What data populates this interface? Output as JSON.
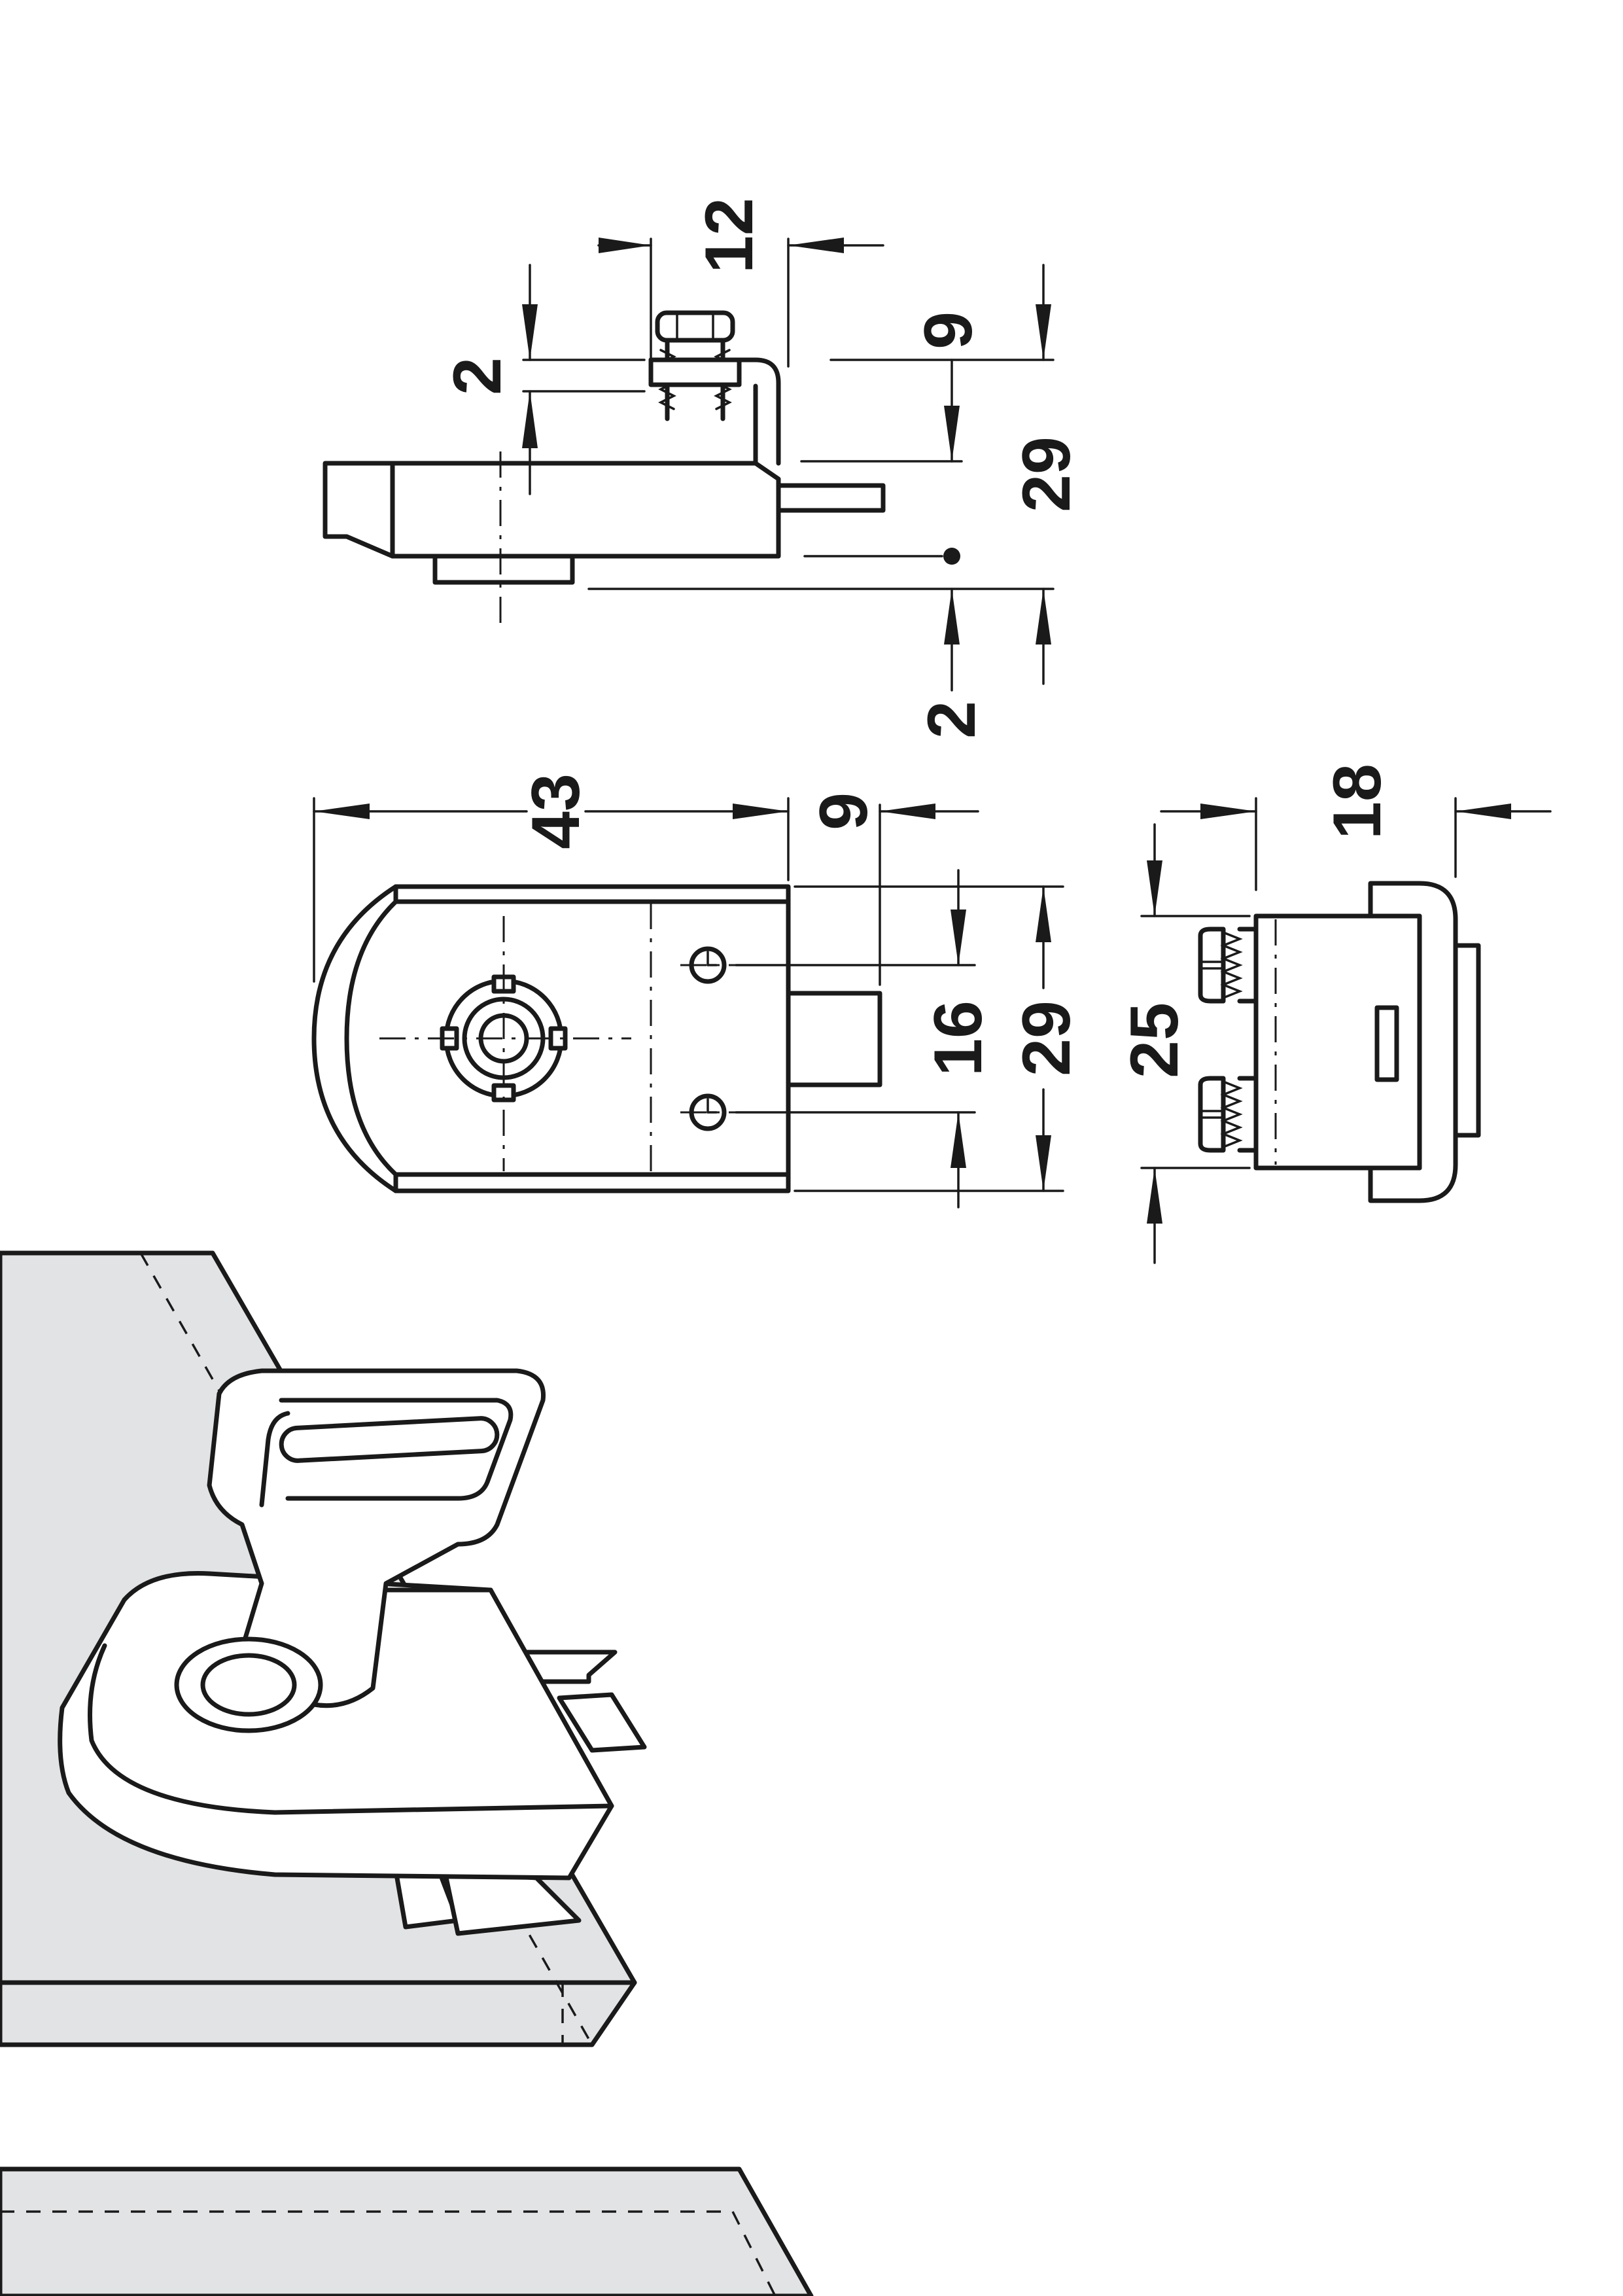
{
  "dimensions": {
    "side_view": {
      "gap_top": "12",
      "screw_gap": "2",
      "right_offset": "9",
      "overall_height": "29",
      "bottom_offset": "2"
    },
    "front_view": {
      "width": "43",
      "bolt_offset": "9",
      "hole_spacing": "16",
      "height": "29"
    },
    "end_view": {
      "height": "25",
      "depth": "18"
    }
  },
  "colors": {
    "line": "#1a1a1a",
    "panel_fill": "#e2e3e4",
    "background": "#ffffff"
  }
}
